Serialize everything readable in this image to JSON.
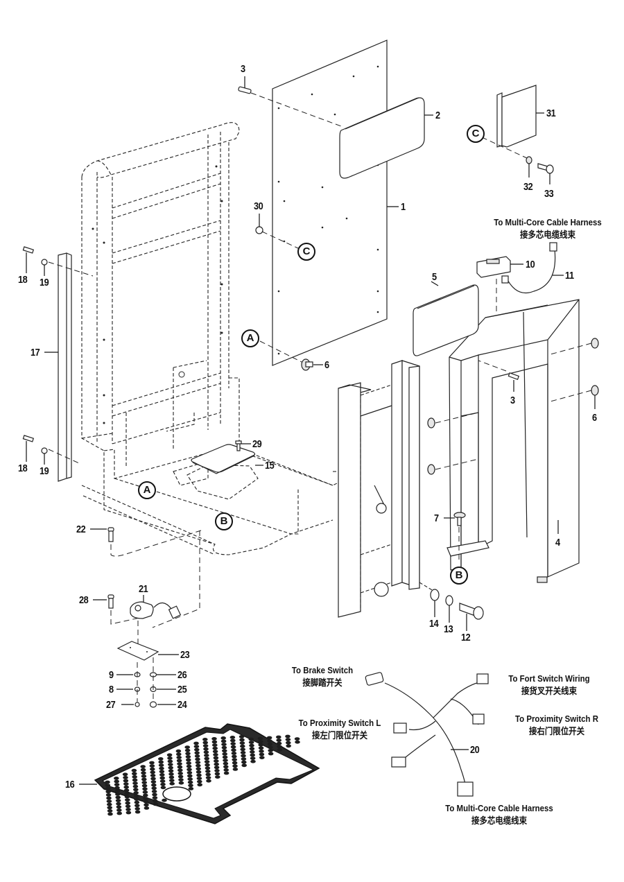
{
  "diagram": {
    "type": "exploded-parts-view",
    "callouts": [
      {
        "id": "c1",
        "label": "1"
      },
      {
        "id": "c2",
        "label": "2"
      },
      {
        "id": "c3a",
        "label": "3"
      },
      {
        "id": "c3b",
        "label": "3"
      },
      {
        "id": "c4",
        "label": "4"
      },
      {
        "id": "c5",
        "label": "5"
      },
      {
        "id": "c6a",
        "label": "6"
      },
      {
        "id": "c6b",
        "label": "6"
      },
      {
        "id": "c7",
        "label": "7"
      },
      {
        "id": "c8",
        "label": "8"
      },
      {
        "id": "c9",
        "label": "9"
      },
      {
        "id": "c10",
        "label": "10"
      },
      {
        "id": "c11",
        "label": "11"
      },
      {
        "id": "c12",
        "label": "12"
      },
      {
        "id": "c13",
        "label": "13"
      },
      {
        "id": "c14",
        "label": "14"
      },
      {
        "id": "c15",
        "label": "15"
      },
      {
        "id": "c16",
        "label": "16"
      },
      {
        "id": "c17",
        "label": "17"
      },
      {
        "id": "c18a",
        "label": "18"
      },
      {
        "id": "c18b",
        "label": "18"
      },
      {
        "id": "c19a",
        "label": "19"
      },
      {
        "id": "c19b",
        "label": "19"
      },
      {
        "id": "c20",
        "label": "20"
      },
      {
        "id": "c21",
        "label": "21"
      },
      {
        "id": "c22",
        "label": "22"
      },
      {
        "id": "c23",
        "label": "23"
      },
      {
        "id": "c24",
        "label": "24"
      },
      {
        "id": "c25",
        "label": "25"
      },
      {
        "id": "c26",
        "label": "26"
      },
      {
        "id": "c27",
        "label": "27"
      },
      {
        "id": "c28",
        "label": "28"
      },
      {
        "id": "c29",
        "label": "29"
      },
      {
        "id": "c30",
        "label": "30"
      },
      {
        "id": "c31",
        "label": "31"
      },
      {
        "id": "c32",
        "label": "32"
      },
      {
        "id": "c33",
        "label": "33"
      }
    ],
    "reference_markers": {
      "a1": "A",
      "a2": "A",
      "b1": "B",
      "b2": "B",
      "c1": "C",
      "c2": "C"
    },
    "notes": {
      "multicore_top": {
        "en": "To Multi-Core Cable Harness",
        "zh": "接多芯电缆线束"
      },
      "brake_switch": {
        "en": "To Brake Switch",
        "zh": "接脚踏开关"
      },
      "fort_switch": {
        "en": "To Fort Switch Wiring",
        "zh": "接货叉开关线束"
      },
      "prox_left": {
        "en": "To Proximity Switch L",
        "zh": "接左门限位开关"
      },
      "prox_right": {
        "en": "To Proximity Switch R",
        "zh": "接右门限位开关"
      },
      "multicore_bottom": {
        "en": "To Multi-Core Cable Harness",
        "zh": "接多芯电缆线束"
      }
    }
  }
}
